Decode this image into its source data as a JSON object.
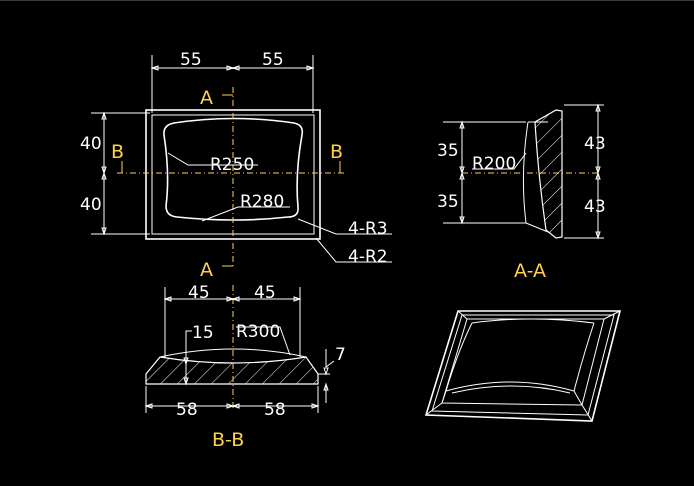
{
  "top_view": {
    "dim_width_left": "55",
    "dim_width_right": "55",
    "dim_height_top": "40",
    "dim_height_bottom": "40",
    "section_a_top": "A",
    "section_a_bottom": "A",
    "section_b_left": "B",
    "section_b_right": "B",
    "radius_top": "R250",
    "radius_bottom": "R280",
    "callout_r3": "4-R3",
    "callout_r2": "4-R2"
  },
  "section_a": {
    "dim_left_top": "35",
    "dim_left_bottom": "35",
    "dim_right_top": "43",
    "dim_right_bottom": "43",
    "radius": "R200",
    "title": "A-A"
  },
  "section_b": {
    "dim_top_left": "45",
    "dim_top_right": "45",
    "dim_depth": "15",
    "radius": "R300",
    "dim_thickness": "7",
    "dim_bottom_left": "58",
    "dim_bottom_right": "58",
    "title": "B-B"
  },
  "colors": {
    "background": "#000000",
    "lines": "#ffffff",
    "labels": "#ffd24a"
  }
}
